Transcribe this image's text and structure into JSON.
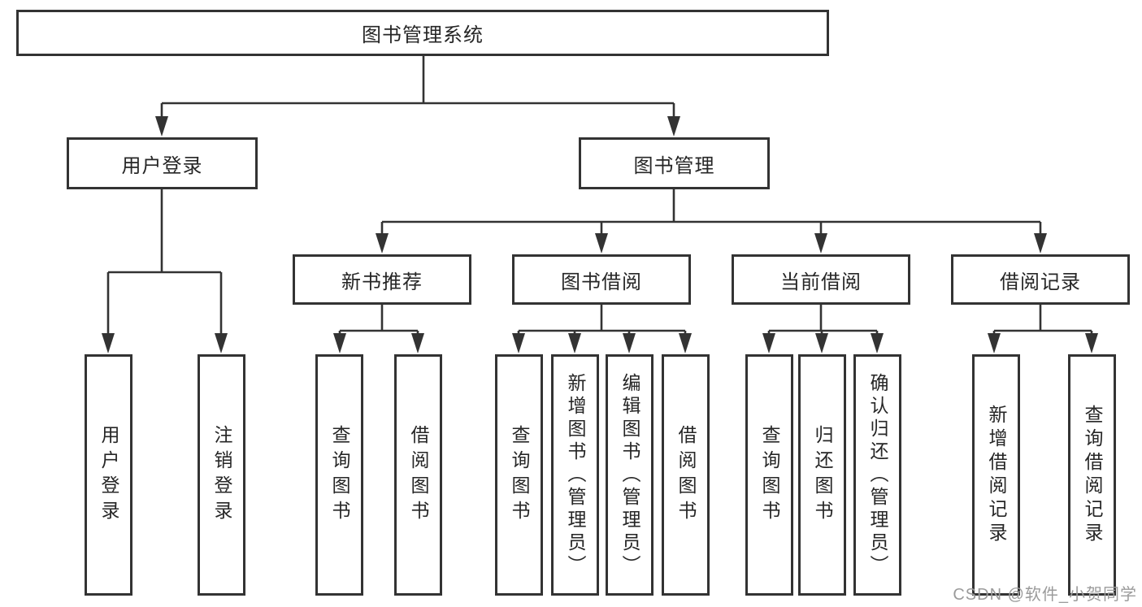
{
  "diagram": {
    "title": "图书管理系统",
    "level2": {
      "login": "用户登录",
      "management": "图书管理"
    },
    "level3": {
      "new_book_recommend": "新书推荐",
      "book_borrowing": "图书借阅",
      "current_borrowing": "当前借阅",
      "borrowing_records": "借阅记录"
    },
    "leaves": {
      "user_login": "用户登录",
      "logout": "注销登录",
      "rec_query_books": "查询图书",
      "rec_borrow_books": "借阅图书",
      "bb_query_books": "查询图书",
      "bb_add_books": "新增图书（管理员）",
      "bb_edit_books": "编辑图书（管理员）",
      "bb_borrow_books": "借阅图书",
      "cb_query_books": "查询图书",
      "cb_return_books": "归还图书",
      "cb_confirm_return": "确认归还（管理员）",
      "br_add_record": "新增借阅记录",
      "br_query_record": "查询借阅记录"
    },
    "watermark": "CSDN @软件_小贺同学",
    "colors": {
      "line": "#333333",
      "border": "#333333",
      "text": "#262626",
      "watermark": "#9b9b9b",
      "background": "#ffffff"
    }
  }
}
